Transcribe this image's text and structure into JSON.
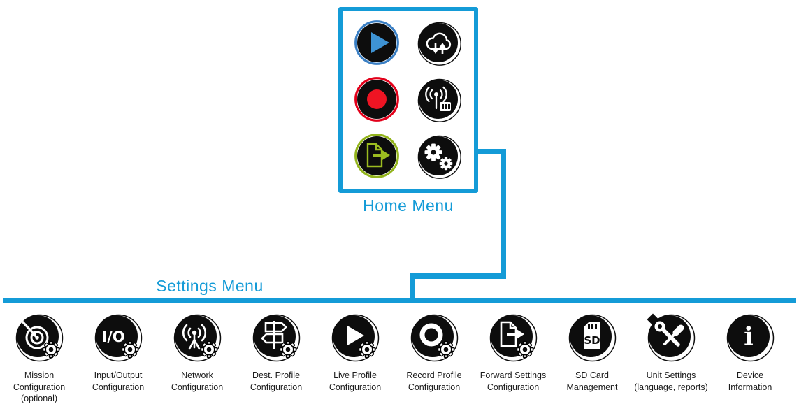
{
  "colors": {
    "accent_blue": "#149bd7",
    "icon_black": "#0d0d0d",
    "record_red": "#ee1423",
    "play_blue": "#3e93d4",
    "forward_green": "#9cbc20"
  },
  "home_menu": {
    "label": "Home Menu",
    "icons": [
      {
        "name": "play-icon"
      },
      {
        "name": "cloud-transfer-icon"
      },
      {
        "name": "record-icon"
      },
      {
        "name": "broadcast-icon"
      },
      {
        "name": "forward-export-icon"
      },
      {
        "name": "settings-gears-icon"
      }
    ]
  },
  "settings_menu": {
    "label": "Settings Menu",
    "items": [
      {
        "icon": "mission-target-icon",
        "label": "Mission\nConfiguration\n(optional)"
      },
      {
        "icon": "input-output-icon",
        "label": "Input/Output\nConfiguration"
      },
      {
        "icon": "network-antenna-icon",
        "label": "Network\nConfiguration"
      },
      {
        "icon": "dest-signpost-icon",
        "label": "Dest. Profile\nConfiguration"
      },
      {
        "icon": "live-play-icon",
        "label": "Live Profile\nConfiguration"
      },
      {
        "icon": "record-profile-icon",
        "label": "Record Profile\nConfiguration"
      },
      {
        "icon": "forward-settings-icon",
        "label": "Forward Settings\nConfiguration"
      },
      {
        "icon": "sd-card-icon",
        "label": "SD Card\nManagement"
      },
      {
        "icon": "unit-tools-icon",
        "label": "Unit Settings\n(language, reports)"
      },
      {
        "icon": "device-info-icon",
        "label": "Device\nInformation"
      }
    ]
  }
}
